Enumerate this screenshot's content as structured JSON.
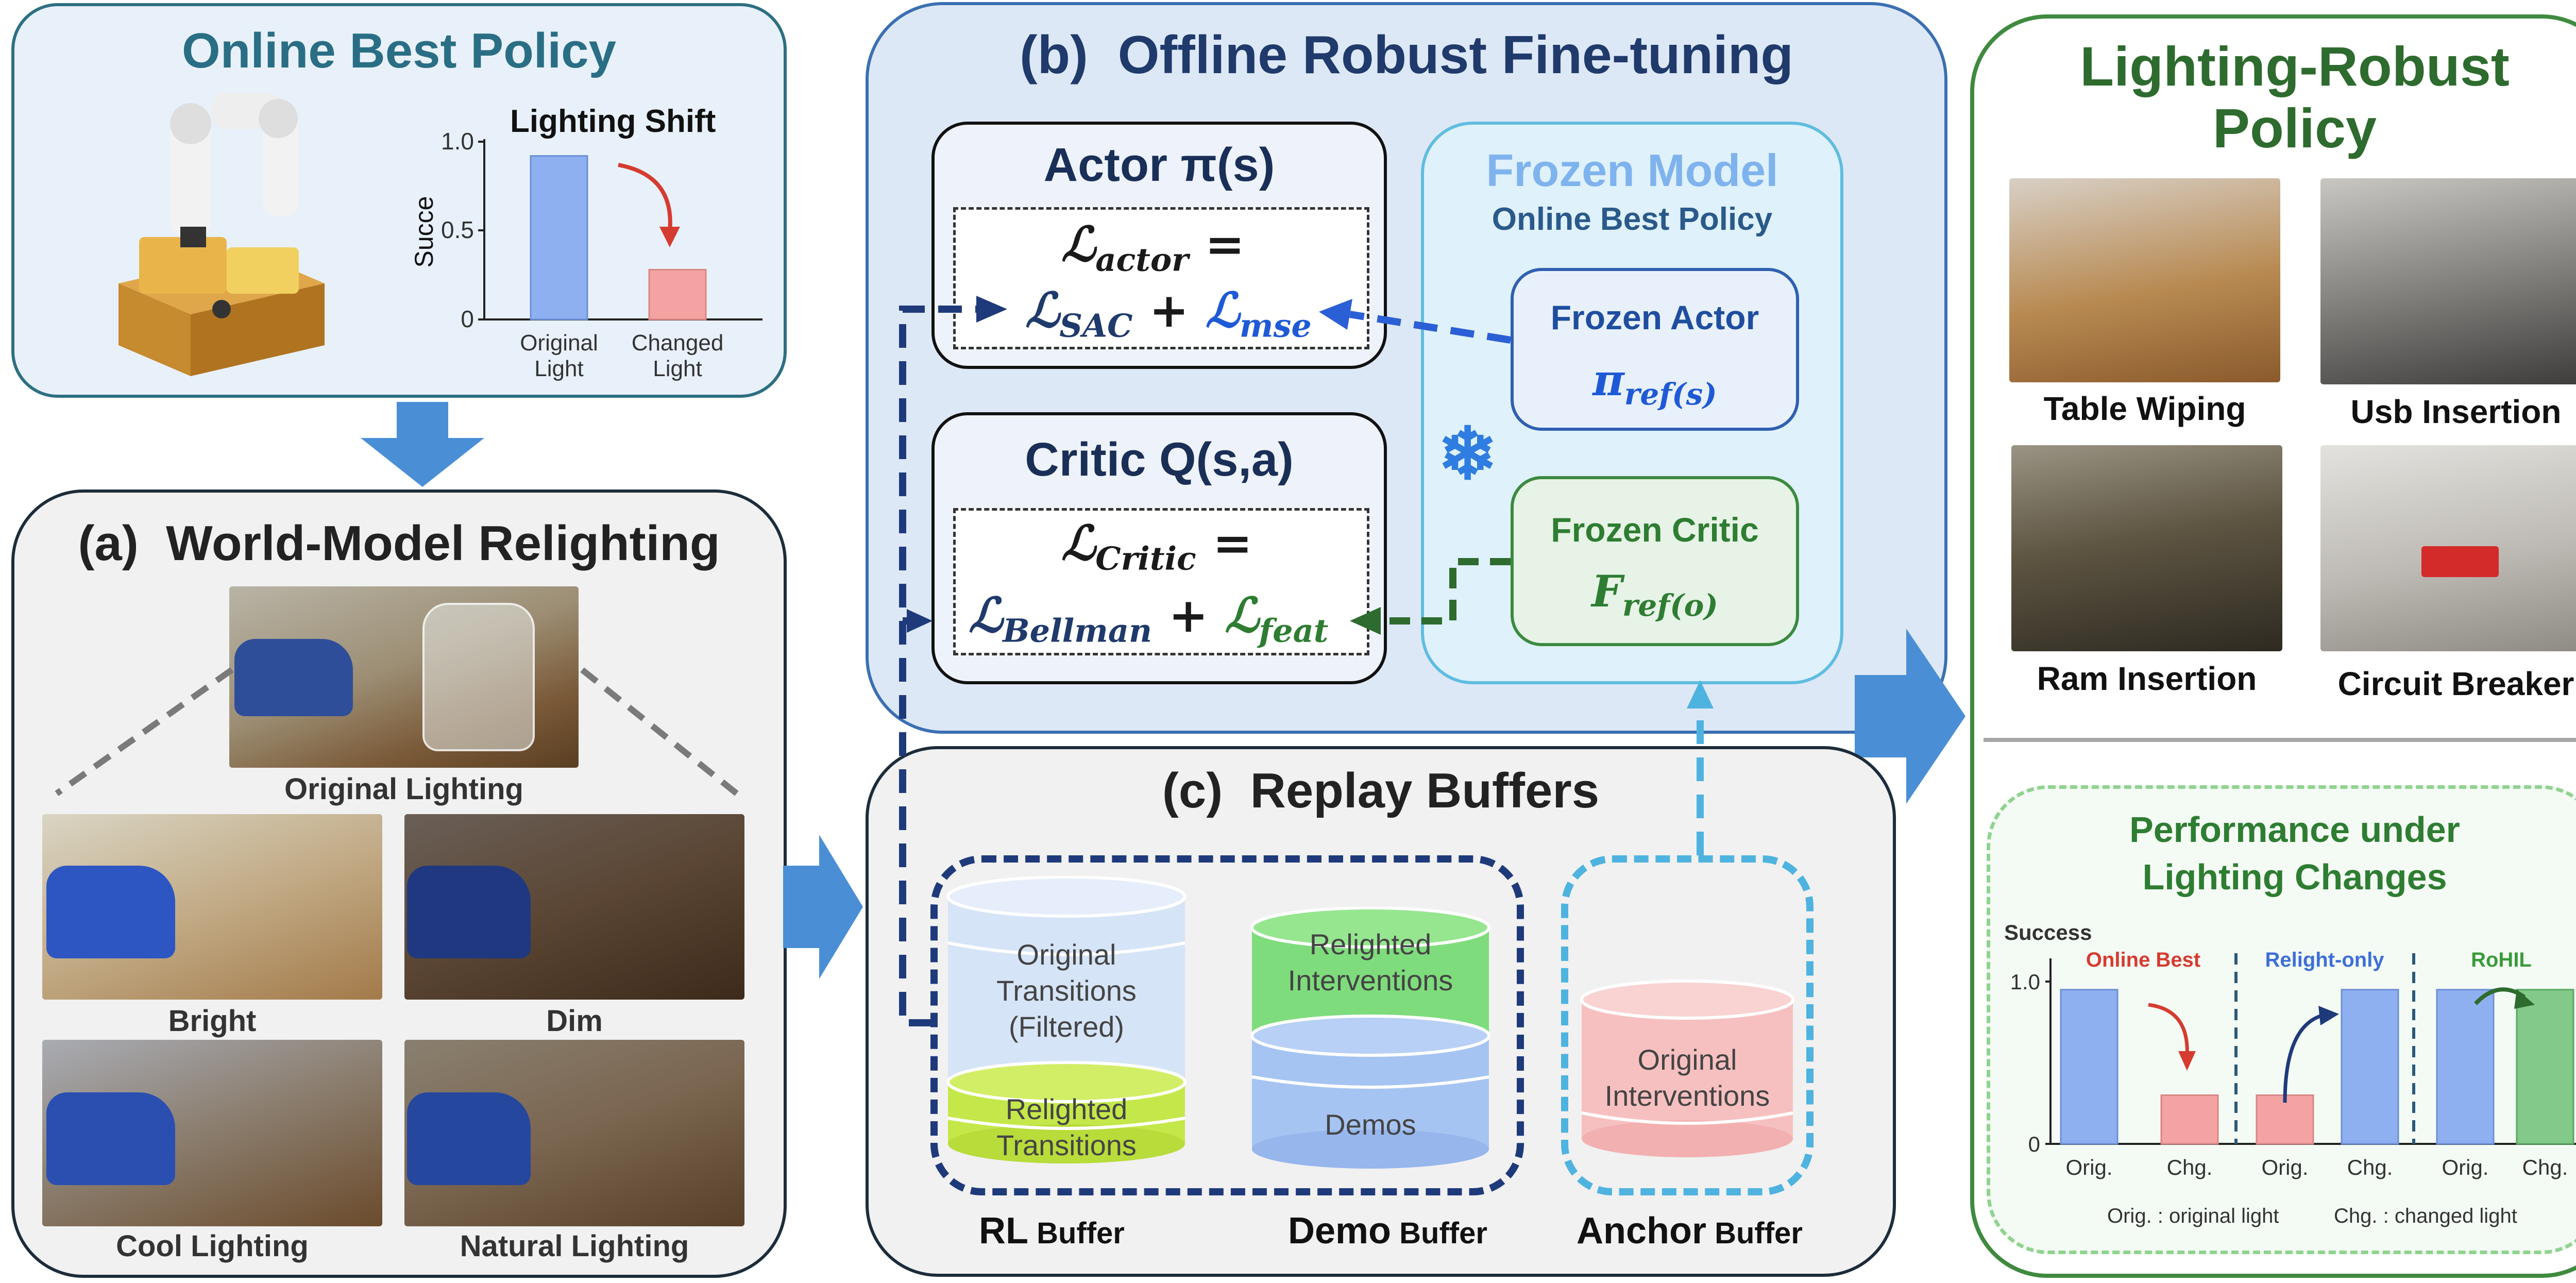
{
  "online_panel": {
    "title": "Online Best Policy",
    "chart_title": "Lighting Shift",
    "ylabel": "Succe",
    "yticks": [
      "1.0",
      "0.5",
      "0"
    ],
    "cat1": [
      "Original",
      "Light"
    ],
    "cat2": [
      "Changed",
      "Light"
    ]
  },
  "relight_panel": {
    "title": "(a)  World-Model Relighting",
    "labels": [
      "Original Lighting",
      "Bright",
      "Dim",
      "Cool Lighting",
      "Natural Lighting"
    ]
  },
  "finetune_panel": {
    "title": "(b)  Offline Robust Fine-tuning",
    "actor": {
      "title": "Actor π(s)",
      "loss_line1": "ℒ",
      "loss_sub1": "actor",
      "eq": "=",
      "l_sac": "ℒ",
      "sub_sac": "SAC",
      "plus": "+",
      "l_mse": "ℒ",
      "sub_mse": "mse"
    },
    "critic": {
      "title": "Critic Q(s,a)",
      "loss_line1": "ℒ",
      "loss_sub1": "Critic",
      "eq": "=",
      "l_bell": "ℒ",
      "sub_bell": "Bellman",
      "plus": "+",
      "l_feat": "ℒ",
      "sub_feat": "feat"
    },
    "frozen": {
      "title": "Frozen Model",
      "subtitle": "Online Best Policy",
      "actor_label": "Frozen Actor",
      "actor_sym": "π",
      "actor_sub": "ref(s)",
      "critic_label": "Frozen Critic",
      "critic_sym": "F",
      "critic_sub": "ref(o)",
      "snowflake": "❄"
    }
  },
  "replay_panel": {
    "title": "(c)  Replay Buffers",
    "rl": {
      "top": [
        "Original",
        "Transitions",
        "(Filtered)"
      ],
      "bottom": [
        "Relighted",
        "Transitions"
      ],
      "name_bold": "RL",
      "name_rest": " Buffer"
    },
    "demo": {
      "top": [
        "Relighted",
        "Interventions"
      ],
      "bottom": [
        "Demos"
      ],
      "name_bold": "Demo",
      "name_rest": " Buffer"
    },
    "anchor": {
      "top": [
        "Original",
        "Interventions"
      ],
      "name_bold": "Anchor",
      "name_rest": " Buffer"
    }
  },
  "robust_panel": {
    "title": [
      "Lighting-Robust",
      "Policy"
    ],
    "tasks": [
      "Table Wiping",
      "Usb Insertion",
      "Ram Insertion",
      "Circuit Breaker"
    ]
  },
  "perf_panel": {
    "title": [
      "Performance under",
      "Lighting Changes"
    ],
    "ylabel": "Success",
    "yticks": [
      "1.0",
      "0"
    ],
    "groups": [
      "Online Best",
      "Relight-only",
      "RoHIL"
    ],
    "cats": [
      "Orig.",
      "Chg."
    ],
    "legend_left": "Orig. : original light",
    "legend_right": "Chg. : changed light"
  },
  "chart_data": [
    {
      "type": "bar",
      "title": "Lighting Shift",
      "ylabel": "Succe",
      "categories": [
        "Original Light",
        "Changed Light"
      ],
      "values": [
        0.92,
        0.28
      ],
      "ylim": [
        0,
        1.0
      ]
    },
    {
      "type": "bar",
      "title": "Performance under Lighting Changes",
      "ylabel": "Success",
      "categories": [
        "Orig.",
        "Chg."
      ],
      "series": [
        {
          "name": "Online Best",
          "values": [
            0.95,
            0.3
          ]
        },
        {
          "name": "Relight-only",
          "values": [
            0.3,
            0.95
          ]
        },
        {
          "name": "RoHIL",
          "values": [
            0.95,
            0.95
          ]
        }
      ],
      "ylim": [
        0,
        1.0
      ]
    }
  ],
  "colors": {
    "blue_bar": "#8fb0f0",
    "red_bar": "#f4a3a3",
    "green_bar": "#82c98a",
    "dark_navy": "#1f3a6b",
    "green_title": "#2e7d32"
  }
}
